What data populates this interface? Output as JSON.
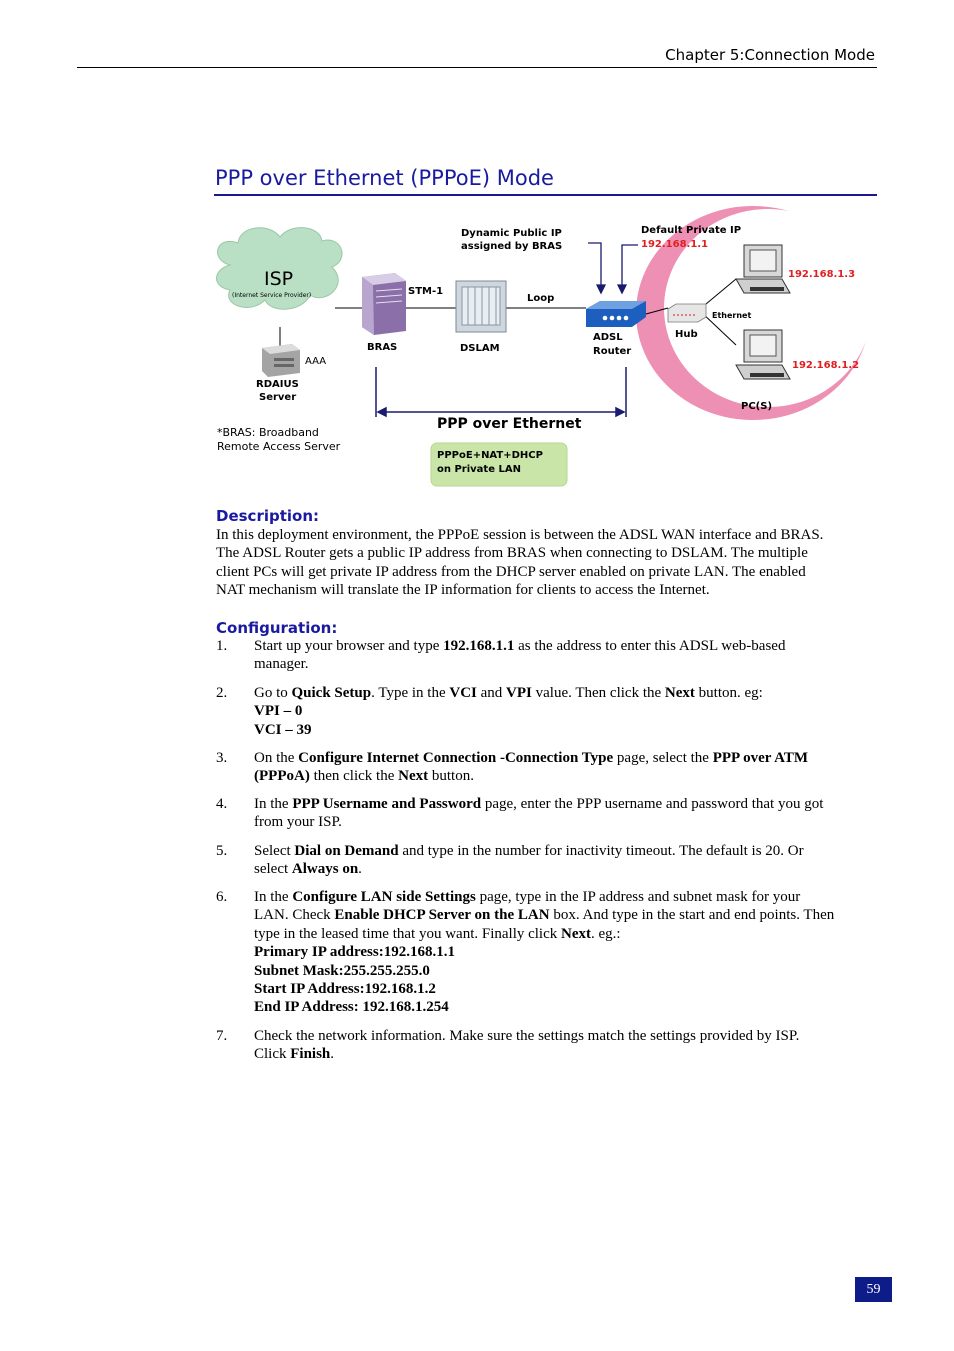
{
  "header": {
    "chapter": "Chapter 5:Connection Mode"
  },
  "title": "PPP over Ethernet (PPPoE) Mode",
  "diagram": {
    "isp_label": "ISP",
    "isp_sub": "(Internet Service Provider)",
    "aaa": "AAA",
    "radius_line1": "RDAIUS",
    "radius_line2": "Server",
    "bras": "BRAS",
    "stm": "STM-1",
    "dslam": "DSLAM",
    "loop": "Loop",
    "dyn_ip_line1": "Dynamic Public IP",
    "dyn_ip_line2": "assigned by BRAS",
    "def_ip_line1": "Default Private IP",
    "def_ip_value": "192.168.1.1",
    "adsl_line1": "ADSL",
    "adsl_line2": "Router",
    "hub": "Hub",
    "ethernet": "Ethernet",
    "pc_ip_1": "192.168.1.3",
    "pc_ip_2": "192.168.1.2",
    "pcs": "PC(S)",
    "bras_note_line1": "*BRAS: Broadband",
    "bras_note_line2": "Remote Access Server",
    "ppp_label": "PPP over Ethernet",
    "box_line1": "PPPoE+NAT+DHCP",
    "box_line2": "on Private LAN",
    "colors": {
      "pink": "#ee8fb4",
      "cloud": "#b9e0c4",
      "box": "#c9e6a8",
      "router": "#1d5fbf"
    }
  },
  "description": {
    "heading": "Description:",
    "lines": [
      "In this deployment environment, the PPPoE session is between the ADSL WAN interface and BRAS.",
      "The ADSL Router gets a public IP address from BRAS when connecting to DSLAM. The multiple",
      "client PCs will get private IP address from the DHCP server enabled on private LAN. The enabled",
      "NAT mechanism will translate the IP information for clients to access the Internet."
    ]
  },
  "configuration": {
    "heading": "Configuration:",
    "steps": [
      {
        "num": "1.",
        "t1": "Start up your browser and type ",
        "b1": "192.168.1.1",
        "t2": " as the address to enter this ADSL web-based",
        "t3": "manager."
      },
      {
        "num": "2.",
        "t1": "Go to ",
        "b1": "Quick Setup",
        "t2": ". Type in the ",
        "b2": "VCI",
        "t3": " and ",
        "b3": "VPI",
        "t4": " value. Then click the ",
        "b4": "Next",
        "t5": " button. eg:",
        "b5": "VPI – 0",
        "b6": "VCI – 39"
      },
      {
        "num": "3.",
        "t1": "On the ",
        "b1": "Configure Internet Connection -Connection Type",
        "t2": " page, select the ",
        "b2": "PPP over ATM",
        "b3": "(PPPoA)",
        "t3": " then click the ",
        "b4": "Next",
        "t4": " button."
      },
      {
        "num": "4.",
        "t1": "In the ",
        "b1": "PPP Username and Password",
        "t2": " page, enter the PPP username and password that you got",
        "t3": "from your ISP."
      },
      {
        "num": "5.",
        "t1": "Select ",
        "b1": "Dial on Demand",
        "t2": " and type in the number for inactivity timeout. The default is 20. Or",
        "t3": "select ",
        "b2": "Always on",
        "t4": "."
      },
      {
        "num": "6.",
        "t1": "In the ",
        "b1": "Configure LAN side Settings",
        "t2": " page, type in the IP address and subnet mask for your",
        "t3": "LAN. Check ",
        "b2": "Enable DHCP Server on the LAN",
        "t4": " box. And type in the start and end points. Then",
        "t5": "type in the leased time that you want. Finally click ",
        "b3": "Next",
        "t6": ". eg.:",
        "b4": "Primary IP address:192.168.1.1",
        "b5": "Subnet Mask:255.255.255.0",
        "b6": "Start IP Address:192.168.1.2",
        "b7": "End IP Address: 192.168.1.254"
      },
      {
        "num": "7.",
        "t1": "Check the network information. Make sure the settings match the settings provided by ISP.",
        "t2": "Click ",
        "b1": "Finish",
        "t3": "."
      }
    ]
  },
  "page_number": "59"
}
